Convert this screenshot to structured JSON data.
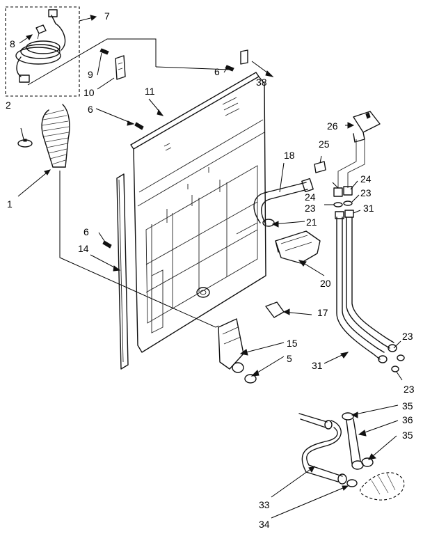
{
  "callouts": {
    "p1": "1",
    "p2": "2",
    "p5": "5",
    "p6a": "6",
    "p6b": "6",
    "p6c": "6",
    "p7": "7",
    "p8": "8",
    "p9": "9",
    "p10": "10",
    "p11": "11",
    "p14": "14",
    "p15": "15",
    "p17": "17",
    "p18": "18",
    "p20": "20",
    "p21": "21",
    "p23a": "23",
    "p23b": "23",
    "p23c": "23",
    "p23d": "23",
    "p24a": "24",
    "p24b": "24",
    "p25": "25",
    "p26": "26",
    "p31a": "31",
    "p31b": "31",
    "p33": "33",
    "p34": "34",
    "p35a": "35",
    "p35b": "35",
    "p36": "36",
    "p38": "38"
  }
}
